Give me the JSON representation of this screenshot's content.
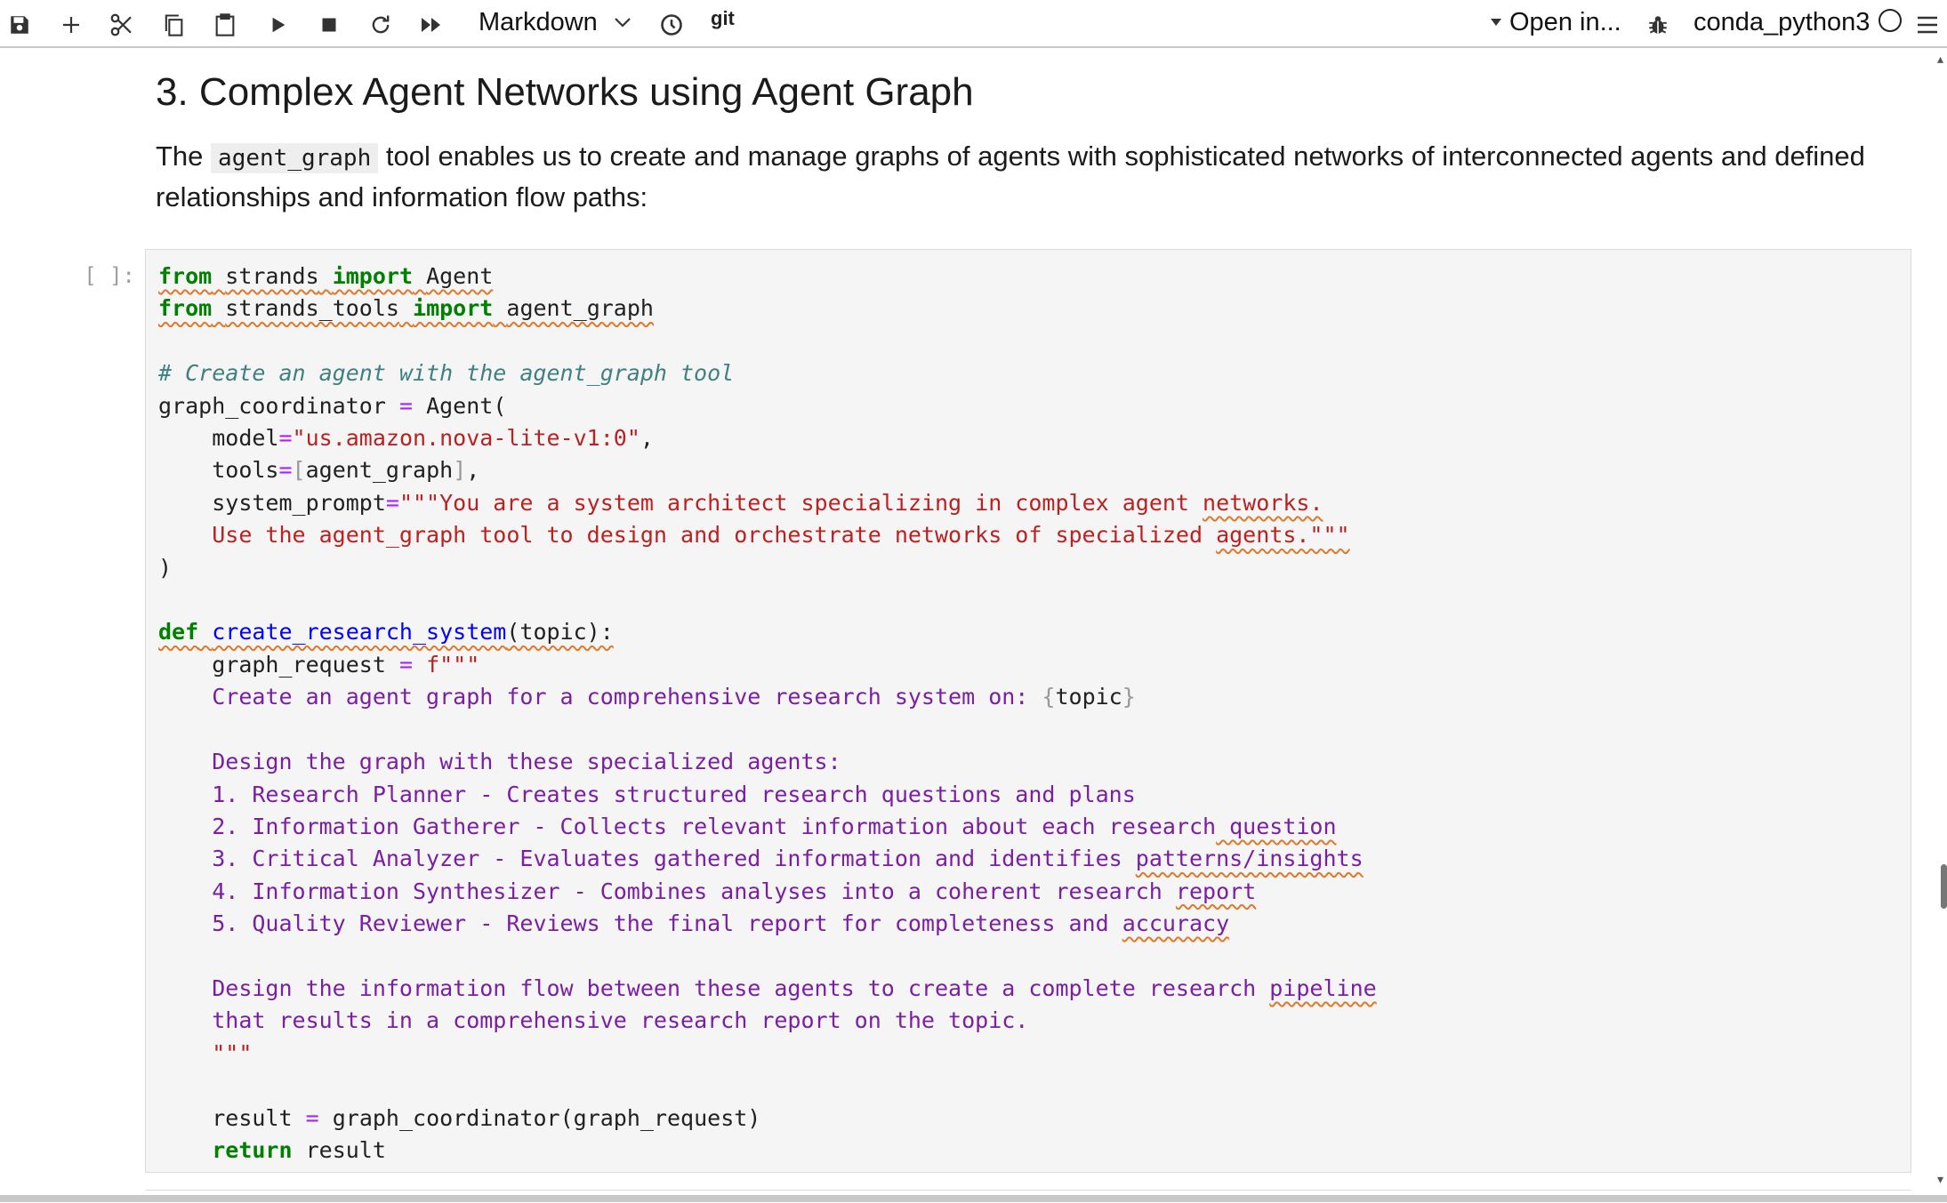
{
  "toolbar": {
    "cell_type": "Markdown",
    "git_label": "git",
    "open_in": "Open in...",
    "kernel_name": "conda_python3",
    "icons": [
      "save-icon",
      "add-icon",
      "cut-icon",
      "copy-icon",
      "paste-icon",
      "run-icon",
      "stop-icon",
      "restart-icon",
      "fast-forward-icon",
      "chevron-down-icon",
      "clock-icon",
      "caret-down-icon",
      "bug-icon",
      "kernel-idle-icon",
      "menu-icon"
    ]
  },
  "markdown": {
    "heading": "3. Complex Agent Networks using Agent Graph",
    "para_before": "The",
    "para_code": "agent_graph",
    "para_after": "tool enables us to create and manage graphs of agents with sophisticated networks of interconnected agents and defined relationships and information flow paths:"
  },
  "cell": {
    "prompt": "[ ]:",
    "code": {
      "l1_from": "from",
      "l1_mod": "strands",
      "l1_import": "import",
      "l1_name": "Agent",
      "l2_from": "from",
      "l2_mod": "strands_tools",
      "l2_import": "import",
      "l2_name": "agent_graph",
      "comment": "# Create an agent with the agent_graph tool",
      "l5_var": "graph_coordinator",
      "l5_eq": "=",
      "l5_call": "Agent(",
      "l6_key": "model",
      "l6_eq": "=",
      "l6_val": "\"us.amazon.nova-lite-v1:0\"",
      "l6_comma": ",",
      "l7_key": "tools",
      "l7_eq": "=",
      "l7_lb": "[",
      "l7_val": "agent_graph",
      "l7_rb": "]",
      "l7_comma": ",",
      "l8_key": "system_prompt",
      "l8_eq": "=",
      "l8_val_a": "\"\"\"You are a system architect specializing in complex agent ",
      "l8_val_b": "networks.",
      "l9_val_a": "Use the agent_graph tool to design and orchestrate networks of specialized ",
      "l9_val_b": "agents.\"\"\"",
      "l10": ")",
      "l12_def": "def",
      "l12_fn": "create_research_system",
      "l12_args": "(topic):",
      "l13_var": "graph_request",
      "l13_eq": "=",
      "l13_val": "f\"\"\"",
      "l14_text": "Create an agent graph for a comprehensive research system on: ",
      "l14_lb": "{",
      "l14_var": "topic",
      "l14_rb": "}",
      "l16": "Design the graph with these specialized agents:",
      "l17": "1. Research Planner - Creates structured research questions and plans",
      "l18_a": "2. Information Gatherer - Collects relevant information about each research",
      "l18_b": " question",
      "l19_a": "3. Critical Analyzer - Evaluates gathered information and identifies ",
      "l19_b": "patterns/insights",
      "l20_a": "4. Information Synthesizer - Combines analyses into a coherent research ",
      "l20_b": "report",
      "l21_a": "5. Quality Reviewer - Reviews the final report for completeness and ",
      "l21_b": "accuracy",
      "l23_a": "Design the information flow between these agents to create a complete research ",
      "l23_b": "pipeline",
      "l24": "that results in a comprehensive research report on the topic.",
      "l25": "\"\"\"",
      "l27_var": "result",
      "l27_eq": "=",
      "l27_call": "graph_coordinator(graph_request)",
      "l28_kw": "return",
      "l28_var": "result"
    }
  }
}
